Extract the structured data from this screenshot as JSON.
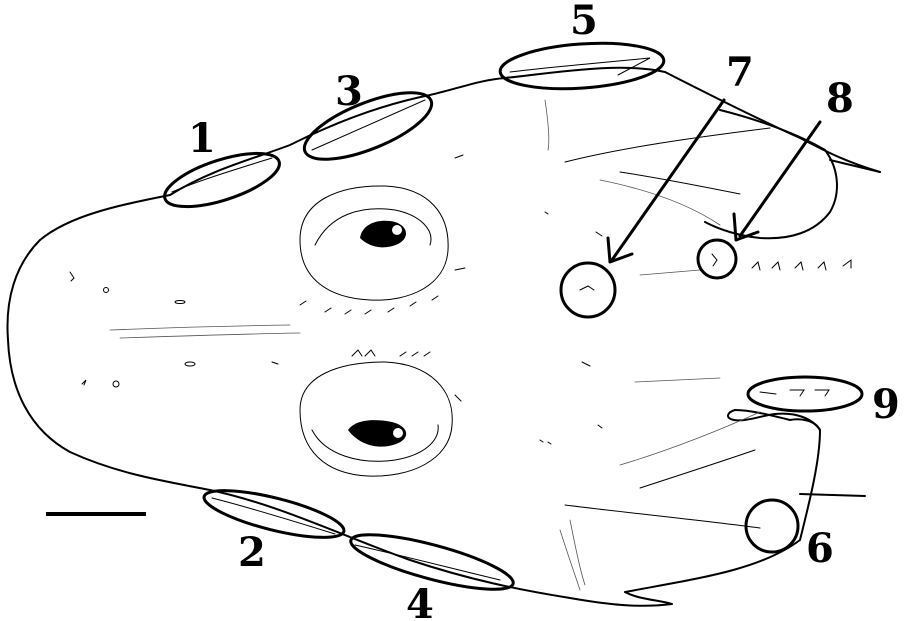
{
  "labels": {
    "l1": "1",
    "l2": "2",
    "l3": "3",
    "l4": "4",
    "l5": "5",
    "l6": "6",
    "l7": "7",
    "l8": "8",
    "l9": "9"
  },
  "colors": {
    "ink": "#000000",
    "background": "#ffffff"
  }
}
